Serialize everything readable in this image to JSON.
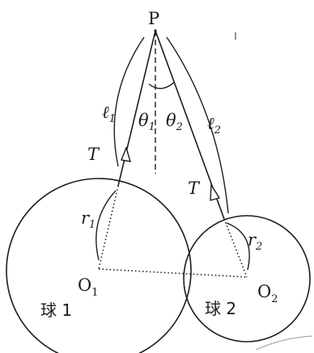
{
  "labels": {
    "point_p": "P",
    "length_1": {
      "main": "ℓ",
      "sub": "1"
    },
    "length_2": {
      "main": "ℓ",
      "sub": "2"
    },
    "angle_1": {
      "main": "θ",
      "sub": "1"
    },
    "angle_2": {
      "main": "θ",
      "sub": "2"
    },
    "tension_1": "T",
    "tension_2": "T",
    "radius_1": {
      "main": "r",
      "sub": "1"
    },
    "radius_2": {
      "main": "r",
      "sub": "2"
    },
    "center_1": {
      "main": "O",
      "sub": "1"
    },
    "center_2": {
      "main": "O",
      "sub": "2"
    },
    "ball_1": "球 1",
    "ball_2": "球 2"
  },
  "colors": {
    "ink": "#1c1c1c",
    "background": "#ffffff"
  }
}
